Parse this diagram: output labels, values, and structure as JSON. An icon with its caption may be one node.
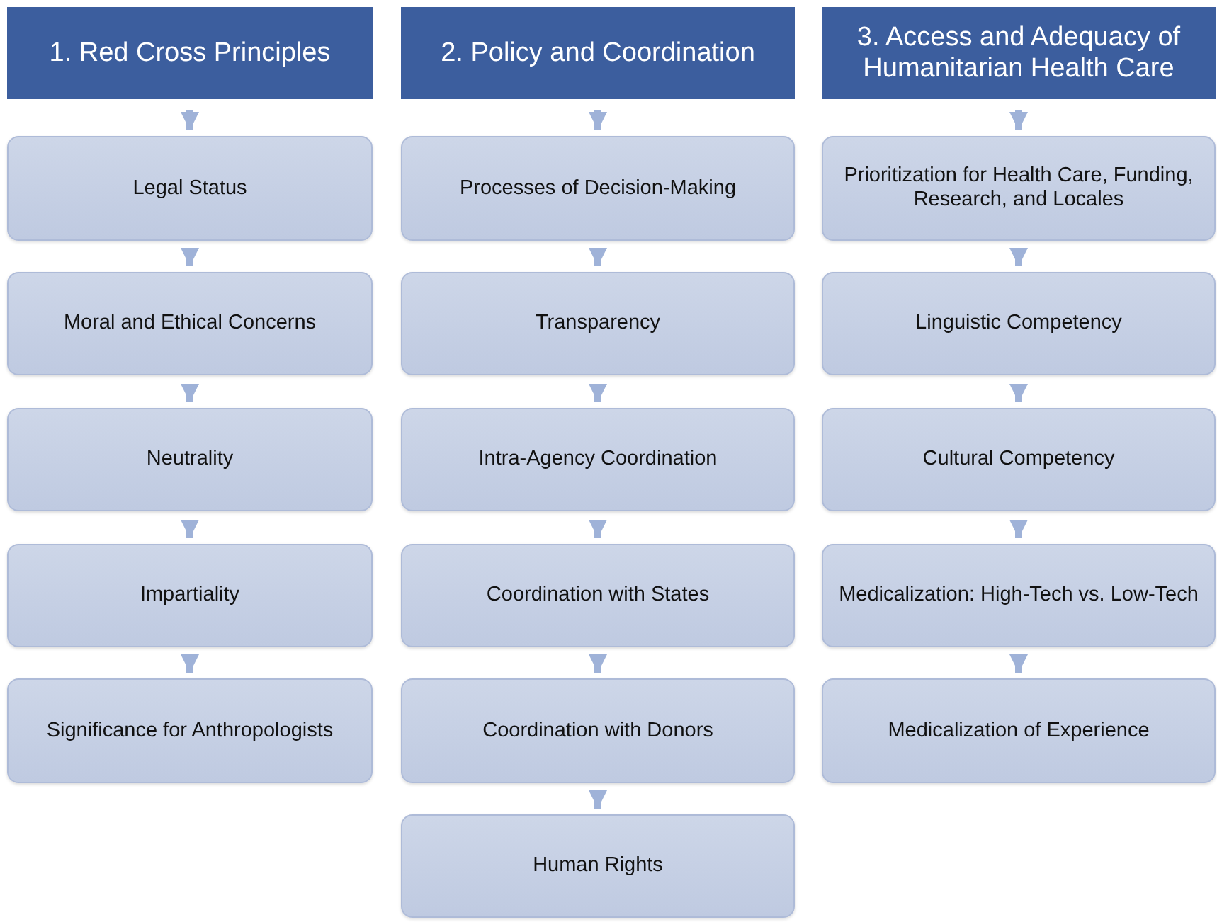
{
  "diagram": {
    "nodes": [
      {
        "text": [
          "1. Red Cross Principles"
        ]
      },
      {
        "text": [
          "Legal Status"
        ]
      },
      {
        "text": [
          "Moral and Ethical Concerns"
        ]
      },
      {
        "text": [
          "Neutrality"
        ]
      },
      {
        "text": [
          "Impartiality"
        ]
      },
      {
        "text": [
          "Significance for Anthropologists"
        ]
      },
      {
        "text": [
          "2. Policy and Coordination"
        ]
      },
      {
        "text": [
          "Processes of Decision-Making"
        ]
      },
      {
        "text": [
          "Transparency"
        ]
      },
      {
        "text": [
          "Intra-Agency Coordination"
        ]
      },
      {
        "text": [
          "Coordination with States"
        ]
      },
      {
        "text": [
          "Coordination with Donors"
        ]
      },
      {
        "text": [
          "Human Rights"
        ]
      },
      {
        "text": [
          "3. Access and Adequacy of Humanitarian Health Care"
        ]
      },
      {
        "text": [
          "Prioritization for Health Care, Funding, Research, and Locales"
        ]
      },
      {
        "text": [
          "Linguistic Competency"
        ]
      },
      {
        "text": [
          "Cultural Competency"
        ]
      },
      {
        "text": [
          "Medicalization: High-Tech vs. Low-Tech"
        ]
      },
      {
        "text": [
          "Medicalization of Experience"
        ]
      }
    ],
    "edges": [
      {
        "from": 0,
        "to": 1,
        "arrow": "to"
      },
      {
        "from": 1,
        "to": 2,
        "arrow": "to"
      },
      {
        "from": 2,
        "to": 3,
        "arrow": "to"
      },
      {
        "from": 3,
        "to": 4,
        "arrow": "to"
      },
      {
        "from": 4,
        "to": 5,
        "arrow": "to"
      },
      {
        "from": 6,
        "to": 7,
        "arrow": "to"
      },
      {
        "from": 7,
        "to": 8,
        "arrow": "to"
      },
      {
        "from": 8,
        "to": 9,
        "arrow": "to"
      },
      {
        "from": 9,
        "to": 10,
        "arrow": "to"
      },
      {
        "from": 10,
        "to": 11,
        "arrow": "to"
      },
      {
        "from": 11,
        "to": 12,
        "arrow": "to"
      },
      {
        "from": 13,
        "to": 14,
        "arrow": "to"
      },
      {
        "from": 14,
        "to": 15,
        "arrow": "to"
      },
      {
        "from": 15,
        "to": 16,
        "arrow": "to"
      },
      {
        "from": 16,
        "to": 17,
        "arrow": "to"
      },
      {
        "from": 17,
        "to": 18,
        "arrow": "to"
      }
    ]
  }
}
